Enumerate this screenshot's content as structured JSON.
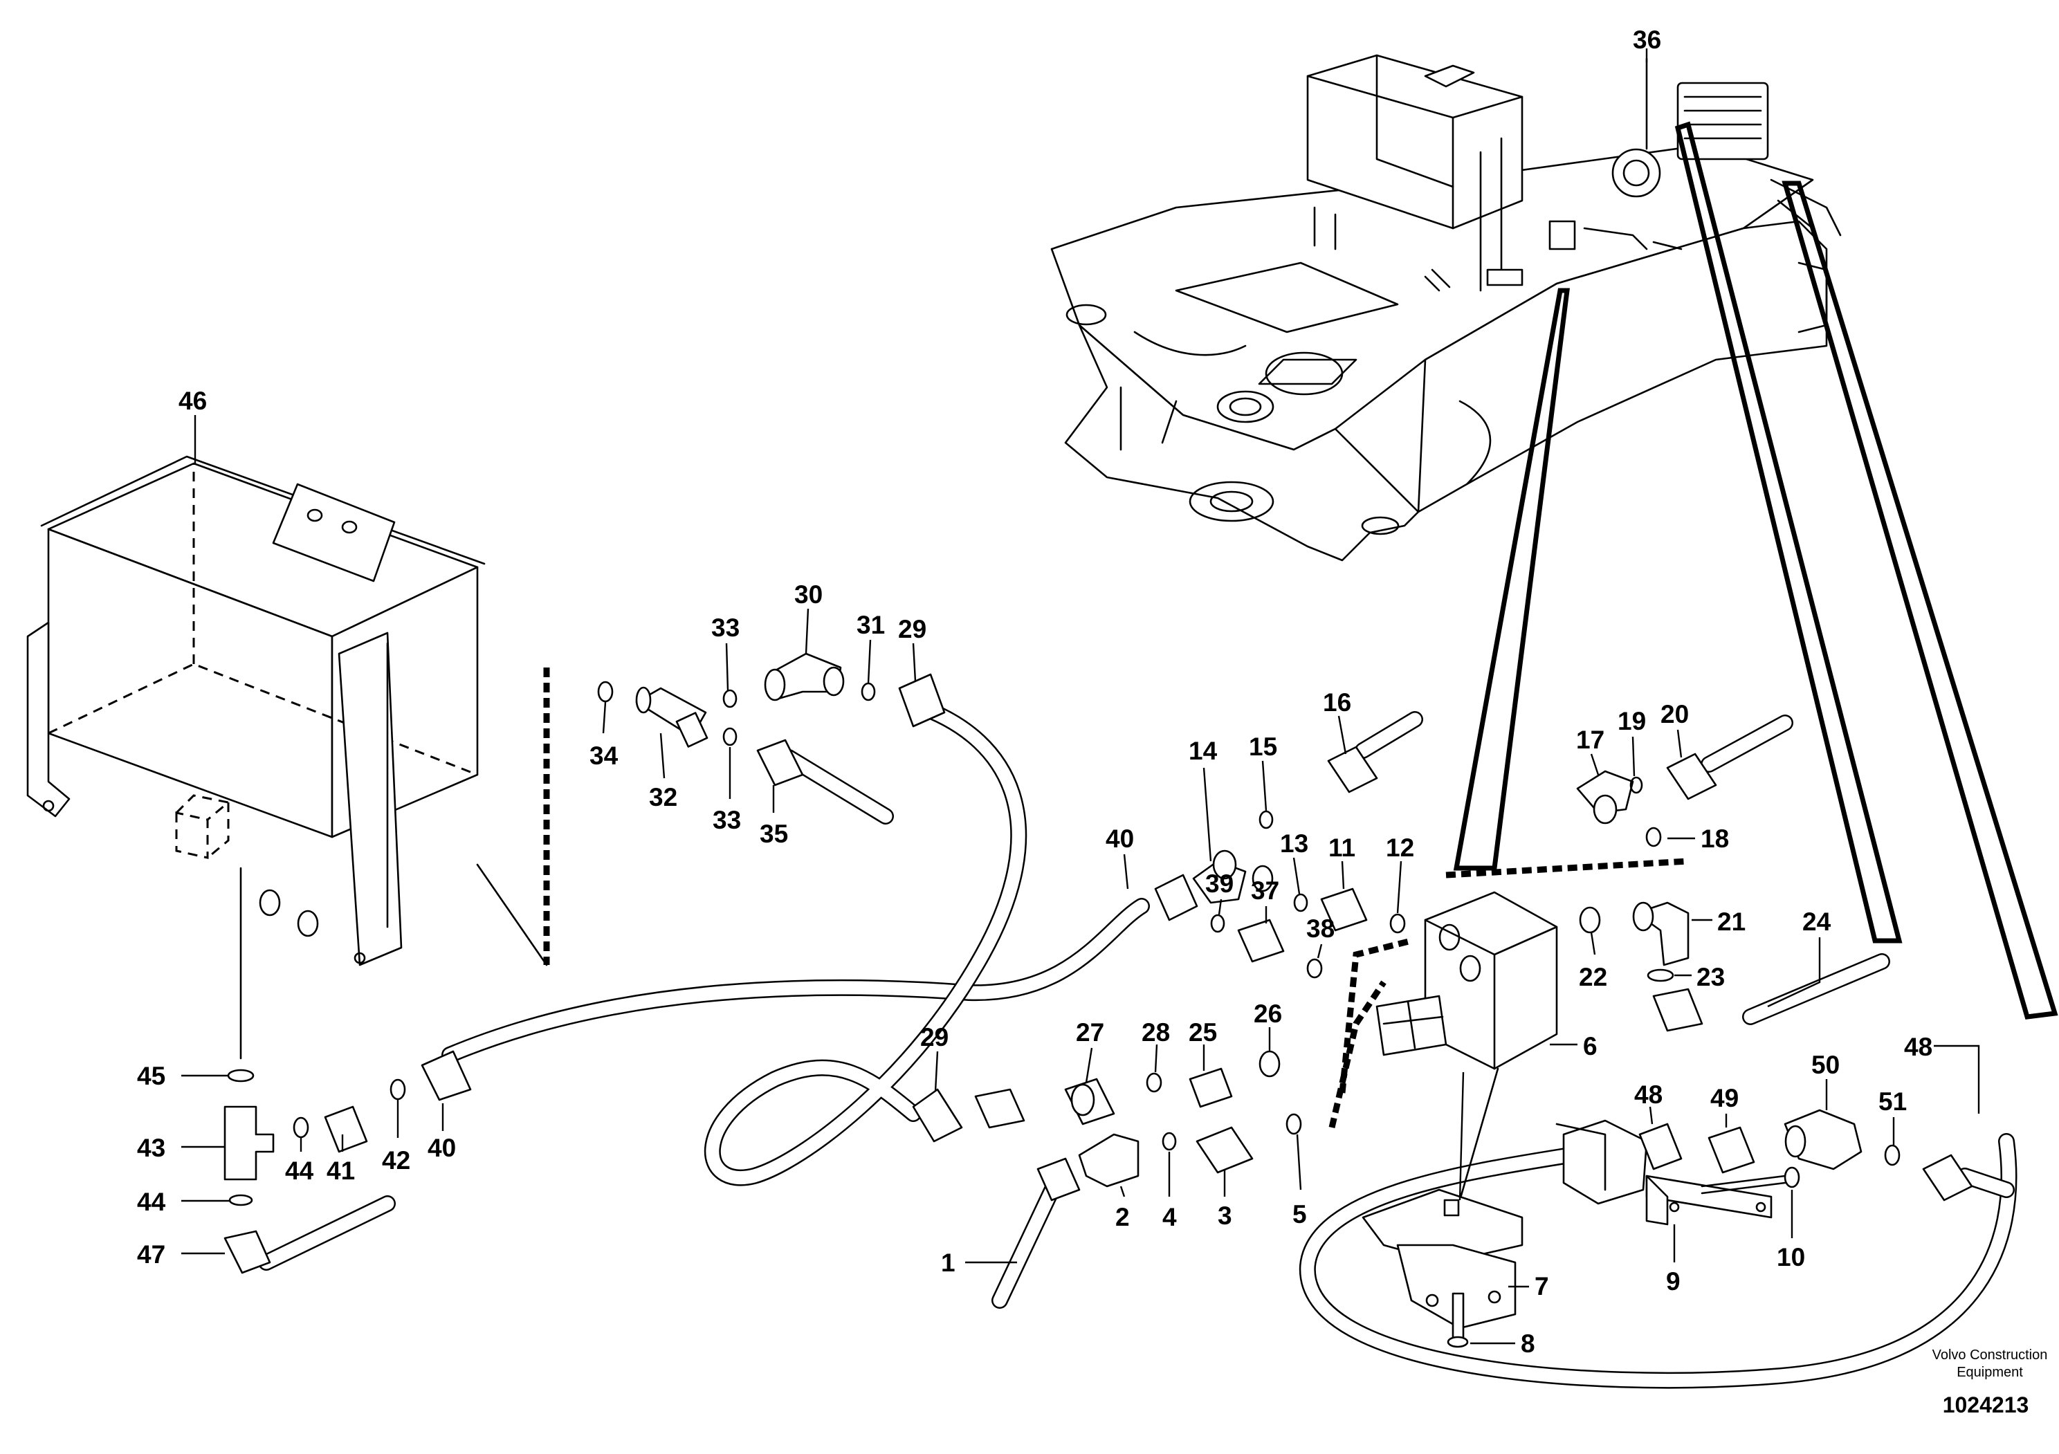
{
  "callouts": {
    "c36": "36",
    "c46": "46",
    "c30": "30",
    "c33a": "33",
    "c31": "31",
    "c29a": "29",
    "c34": "34",
    "c32": "32",
    "c33b": "33",
    "c35": "35",
    "c16": "16",
    "c15": "15",
    "c14": "14",
    "c13": "13",
    "c11": "11",
    "c12": "12",
    "c17": "17",
    "c19": "19",
    "c20": "20",
    "c18": "18",
    "c40a": "40",
    "c39": "39",
    "c37": "37",
    "c38": "38",
    "c21": "21",
    "c24": "24",
    "c22": "22",
    "c23": "23",
    "c6": "6",
    "c48a": "48",
    "c27": "27",
    "c28": "28",
    "c25": "25",
    "c26": "26",
    "c29b": "29",
    "c45": "45",
    "c43": "43",
    "c44a": "44",
    "c44b": "44",
    "c41": "41",
    "c42": "42",
    "c40b": "40",
    "c47": "47",
    "c2": "2",
    "c4": "4",
    "c3": "3",
    "c5": "5",
    "c1": "1",
    "c48b": "48",
    "c49": "49",
    "c50": "50",
    "c51": "51",
    "c10": "10",
    "c9": "9",
    "c7": "7",
    "c8": "8"
  },
  "credit": {
    "line1": "Volvo Construction",
    "line2": "Equipment"
  },
  "document_number": "1024213"
}
